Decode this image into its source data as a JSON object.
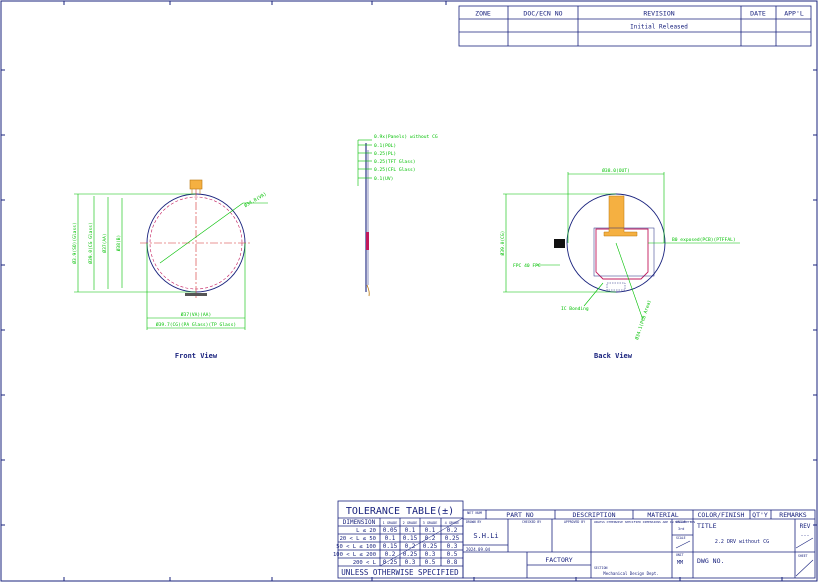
{
  "revision_block": {
    "headers": {
      "zone": "ZONE",
      "ecn": "DOC/ECN NO",
      "revision": "REVISION",
      "date": "DATE",
      "appl": "APP'L"
    },
    "row1": {
      "revision": "Initial Released"
    }
  },
  "front_view": {
    "label": "Front View",
    "dims": {
      "d1": "Ø3.9(SO)(Glass)",
      "d2": "Ø39.0(CG Glass)",
      "d3": "Ø37(AA)",
      "d4": "Ø38(B)",
      "bottom1": "Ø37(VA)(AA)",
      "bottom2": "Ø39.7(CG)(PA Glass)(TP Glass)",
      "diag": "Ø34.8(VA)"
    }
  },
  "side_view": {
    "callouts": [
      "0.9x(Panels) without CG",
      "0.1(POL)",
      "0.25(PL)",
      "0.25(TFT Glass)",
      "0.25(CFL Glass)",
      "0.1(UV)"
    ]
  },
  "back_view": {
    "label": "Back View",
    "dims": {
      "top": "Ø38.0(OUT)",
      "left": "Ø39.0(CG)",
      "cable": "FPC 40 FPC",
      "ic": "IC Bonding",
      "right": "B0 exposed(PCB)(PTFFAL)",
      "diag": "Ø34.1(PCB Area)"
    }
  },
  "tolerance_table": {
    "title": "TOLERANCE TABLE(±)",
    "header": [
      "DIMENSION",
      "1 GRADE",
      "2 GRADE",
      "3 GRADE",
      "4 GRADE"
    ],
    "rows": [
      [
        "L ≤ 20",
        "0.05",
        "0.1",
        "0.1",
        "0.2"
      ],
      [
        "20 < L ≤ 50",
        "0.1",
        "0.15",
        "0.2",
        "0.25"
      ],
      [
        "50 < L ≤ 100",
        "0.15",
        "0.2",
        "0.25",
        "0.3"
      ],
      [
        "100 < L ≤ 200",
        "0.2",
        "0.25",
        "0.3",
        "0.5"
      ],
      [
        "200 < L",
        "0.25",
        "0.3",
        "0.5",
        "0.8"
      ]
    ],
    "footer": "UNLESS OTHERWISE SPECIFIED"
  },
  "title_block": {
    "labels": {
      "item": "NET NUM",
      "part_no": "PART NO",
      "description": "DESCRIPTION",
      "material": "MATERIAL",
      "color": "COLOR/FINISH",
      "qty": "QT'Y",
      "remarks": "REMARKS",
      "drawn": "DRAWN BY",
      "checked": "CHECKED BY",
      "approved": "APPROVED BY",
      "notes": "UNLESS OTHERWISE SPECIFIED DIMENSIONS ARE IN MILLIMETERS",
      "angle": "ANGLE",
      "scale": "SCALE",
      "unit": "UNIT",
      "sheet": "SHEET",
      "title": "TITLE",
      "rev": "REV",
      "factory": "FACTORY",
      "section": "SECTION",
      "dwg_no": "DWG NO.",
      "mm": "MM"
    },
    "values": {
      "drawn_by": "S.H.Li",
      "date": "2024.09.04",
      "title": "2.2 DRV without CG",
      "section": "Mechanical Design Dept.",
      "rev": "---",
      "angle": "3rd"
    }
  }
}
